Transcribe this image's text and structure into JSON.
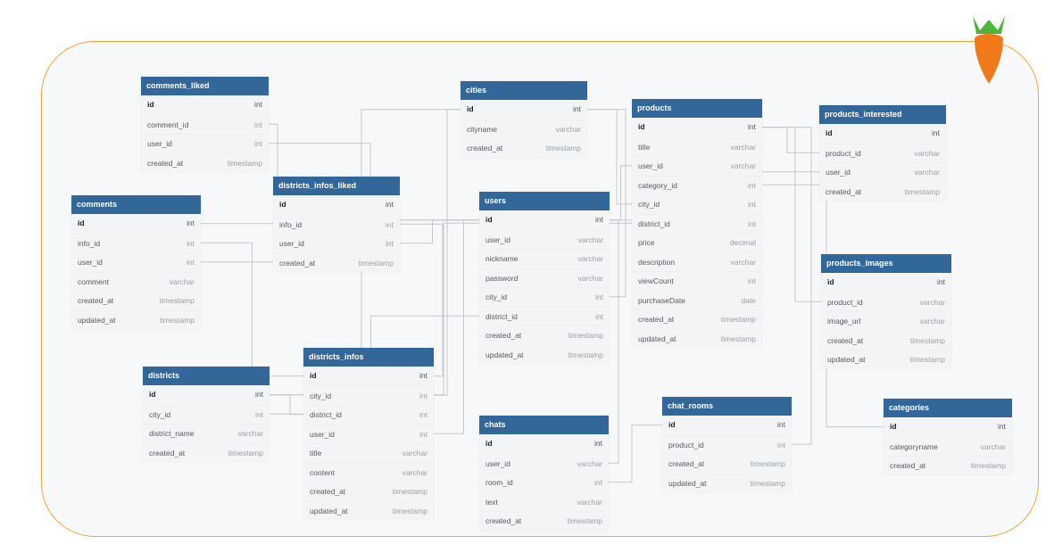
{
  "tables": [
    {
      "name": "comments_liked",
      "fields": [
        {
          "name": "id",
          "type": "int"
        },
        {
          "name": "comment_id",
          "type": "int"
        },
        {
          "name": "user_id",
          "type": "int"
        },
        {
          "name": "created_at",
          "type": "timestamp"
        }
      ]
    },
    {
      "name": "cities",
      "fields": [
        {
          "name": "id",
          "type": "int"
        },
        {
          "name": "cityname",
          "type": "varchar"
        },
        {
          "name": "created_at",
          "type": "timestamp"
        }
      ]
    },
    {
      "name": "products",
      "fields": [
        {
          "name": "id",
          "type": "int"
        },
        {
          "name": "title",
          "type": "varchar"
        },
        {
          "name": "user_id",
          "type": "varchar"
        },
        {
          "name": "category_id",
          "type": "int"
        },
        {
          "name": "city_id",
          "type": "int"
        },
        {
          "name": "district_id",
          "type": "int"
        },
        {
          "name": "price",
          "type": "decimal"
        },
        {
          "name": "description",
          "type": "varchar"
        },
        {
          "name": "viewCount",
          "type": "int"
        },
        {
          "name": "purchaseDate",
          "type": "date"
        },
        {
          "name": "created_at",
          "type": "timestamp"
        },
        {
          "name": "updated_at",
          "type": "timestamp"
        }
      ]
    },
    {
      "name": "products_interested",
      "fields": [
        {
          "name": "id",
          "type": "int"
        },
        {
          "name": "product_id",
          "type": "varchar"
        },
        {
          "name": "user_id",
          "type": "varchar"
        },
        {
          "name": "created_at",
          "type": "timestamp"
        }
      ]
    },
    {
      "name": "districts_infos_liked",
      "fields": [
        {
          "name": "id",
          "type": "int"
        },
        {
          "name": "info_id",
          "type": "int"
        },
        {
          "name": "user_id",
          "type": "int"
        },
        {
          "name": "created_at",
          "type": "timestamp"
        }
      ]
    },
    {
      "name": "comments",
      "fields": [
        {
          "name": "id",
          "type": "int"
        },
        {
          "name": "info_id",
          "type": "int"
        },
        {
          "name": "user_id",
          "type": "int"
        },
        {
          "name": "comment",
          "type": "varchar"
        },
        {
          "name": "created_at",
          "type": "timestamp"
        },
        {
          "name": "updated_at",
          "type": "timestamp"
        }
      ]
    },
    {
      "name": "users",
      "fields": [
        {
          "name": "id",
          "type": "int"
        },
        {
          "name": "user_id",
          "type": "varchar"
        },
        {
          "name": "nickname",
          "type": "varchar"
        },
        {
          "name": "password",
          "type": "varchar"
        },
        {
          "name": "city_id",
          "type": "int"
        },
        {
          "name": "district_id",
          "type": "int"
        },
        {
          "name": "created_at",
          "type": "timestamp"
        },
        {
          "name": "updated_at",
          "type": "timestamp"
        }
      ]
    },
    {
      "name": "products_images",
      "fields": [
        {
          "name": "id",
          "type": "int"
        },
        {
          "name": "product_id",
          "type": "varchar"
        },
        {
          "name": "image_url",
          "type": "varchar"
        },
        {
          "name": "created_at",
          "type": "timestamp"
        },
        {
          "name": "updated_at",
          "type": "timestamp"
        }
      ]
    },
    {
      "name": "districts",
      "fields": [
        {
          "name": "id",
          "type": "int"
        },
        {
          "name": "city_id",
          "type": "int"
        },
        {
          "name": "district_name",
          "type": "varchar"
        },
        {
          "name": "created_at",
          "type": "timestamp"
        }
      ]
    },
    {
      "name": "districts_infos",
      "fields": [
        {
          "name": "id",
          "type": "int"
        },
        {
          "name": "city_id",
          "type": "int"
        },
        {
          "name": "district_id",
          "type": "int"
        },
        {
          "name": "user_id",
          "type": "int"
        },
        {
          "name": "title",
          "type": "varchar"
        },
        {
          "name": "content",
          "type": "varchar"
        },
        {
          "name": "created_at",
          "type": "timestamp"
        },
        {
          "name": "updated_at",
          "type": "timestamp"
        }
      ]
    },
    {
      "name": "chat_rooms",
      "fields": [
        {
          "name": "id",
          "type": "int"
        },
        {
          "name": "product_id",
          "type": "int"
        },
        {
          "name": "created_at",
          "type": "timestamp"
        },
        {
          "name": "updated_at",
          "type": "timestamp"
        }
      ]
    },
    {
      "name": "chats",
      "fields": [
        {
          "name": "id",
          "type": "int"
        },
        {
          "name": "user_id",
          "type": "varchar"
        },
        {
          "name": "room_id",
          "type": "int"
        },
        {
          "name": "text",
          "type": "varchar"
        },
        {
          "name": "created_at",
          "type": "timestamp"
        }
      ]
    },
    {
      "name": "categories",
      "fields": [
        {
          "name": "id",
          "type": "int"
        },
        {
          "name": "categoryname",
          "type": "varchar"
        },
        {
          "name": "created_at",
          "type": "timestamp"
        }
      ]
    }
  ],
  "relationships": [
    {
      "from": "comments_liked.comment_id",
      "to": "comments.id"
    },
    {
      "from": "comments_liked.user_id",
      "to": "users.id"
    },
    {
      "from": "comments.info_id",
      "to": "districts_infos.id"
    },
    {
      "from": "comments.user_id",
      "to": "users.id"
    },
    {
      "from": "districts_infos_liked.info_id",
      "to": "districts_infos.id"
    },
    {
      "from": "districts_infos_liked.user_id",
      "to": "users.id"
    },
    {
      "from": "districts.city_id",
      "to": "cities.id"
    },
    {
      "from": "districts_infos.city_id",
      "to": "cities.id"
    },
    {
      "from": "districts_infos.district_id",
      "to": "districts.id"
    },
    {
      "from": "districts_infos.user_id",
      "to": "users.id"
    },
    {
      "from": "users.city_id",
      "to": "cities.id"
    },
    {
      "from": "users.district_id",
      "to": "districts.id"
    },
    {
      "from": "products.user_id",
      "to": "users.id"
    },
    {
      "from": "products.category_id",
      "to": "categories.id"
    },
    {
      "from": "products.city_id",
      "to": "cities.id"
    },
    {
      "from": "products.district_id",
      "to": "districts.id"
    },
    {
      "from": "products_interested.product_id",
      "to": "products.id"
    },
    {
      "from": "products_interested.user_id",
      "to": "users.id"
    },
    {
      "from": "products_images.product_id",
      "to": "products.id"
    },
    {
      "from": "chat_rooms.product_id",
      "to": "products.id"
    },
    {
      "from": "chats.user_id",
      "to": "users.id"
    },
    {
      "from": "chats.room_id",
      "to": "chat_rooms.id"
    }
  ],
  "colors": {
    "header": "#336699",
    "frame": "#f2a33a",
    "logo": "#f07a1a",
    "leaf": "#4fb53a"
  },
  "logo_icon": "carrot-icon"
}
